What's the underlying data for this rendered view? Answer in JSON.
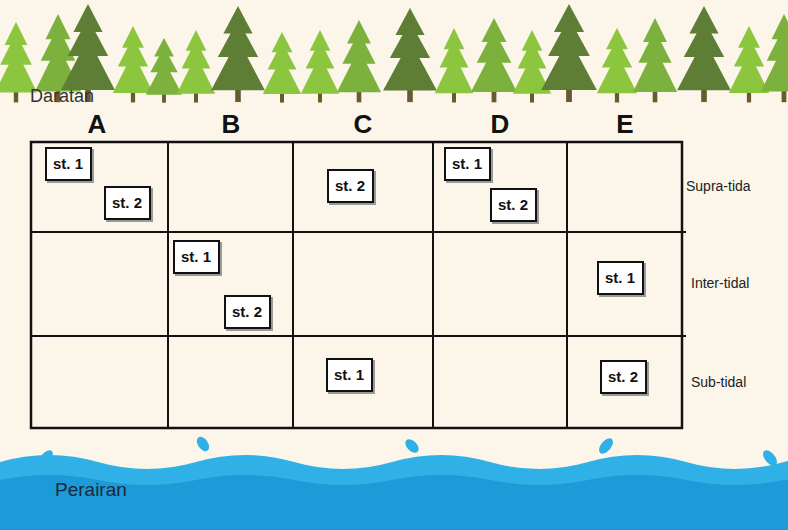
{
  "diagram": {
    "nodes": [
      {
        "text": [
          "st. 1"
        ]
      },
      {
        "text": [
          "st. 2"
        ]
      },
      {
        "text": [
          "st. 2"
        ]
      },
      {
        "text": [
          "st. 1"
        ]
      },
      {
        "text": [
          "st. 2"
        ]
      },
      {
        "text": [
          "st. 1"
        ]
      },
      {
        "text": [
          "st. 2"
        ]
      },
      {
        "text": [
          "st. 1"
        ]
      },
      {
        "text": [
          "st. 1"
        ]
      },
      {
        "text": [
          "st. 2"
        ]
      }
    ],
    "labels": [
      "Daratan",
      "A",
      "B",
      "C",
      "D",
      "E",
      "Supra-tida",
      "Inter-tidal",
      "Sub-tidal",
      "Perairan"
    ]
  }
}
